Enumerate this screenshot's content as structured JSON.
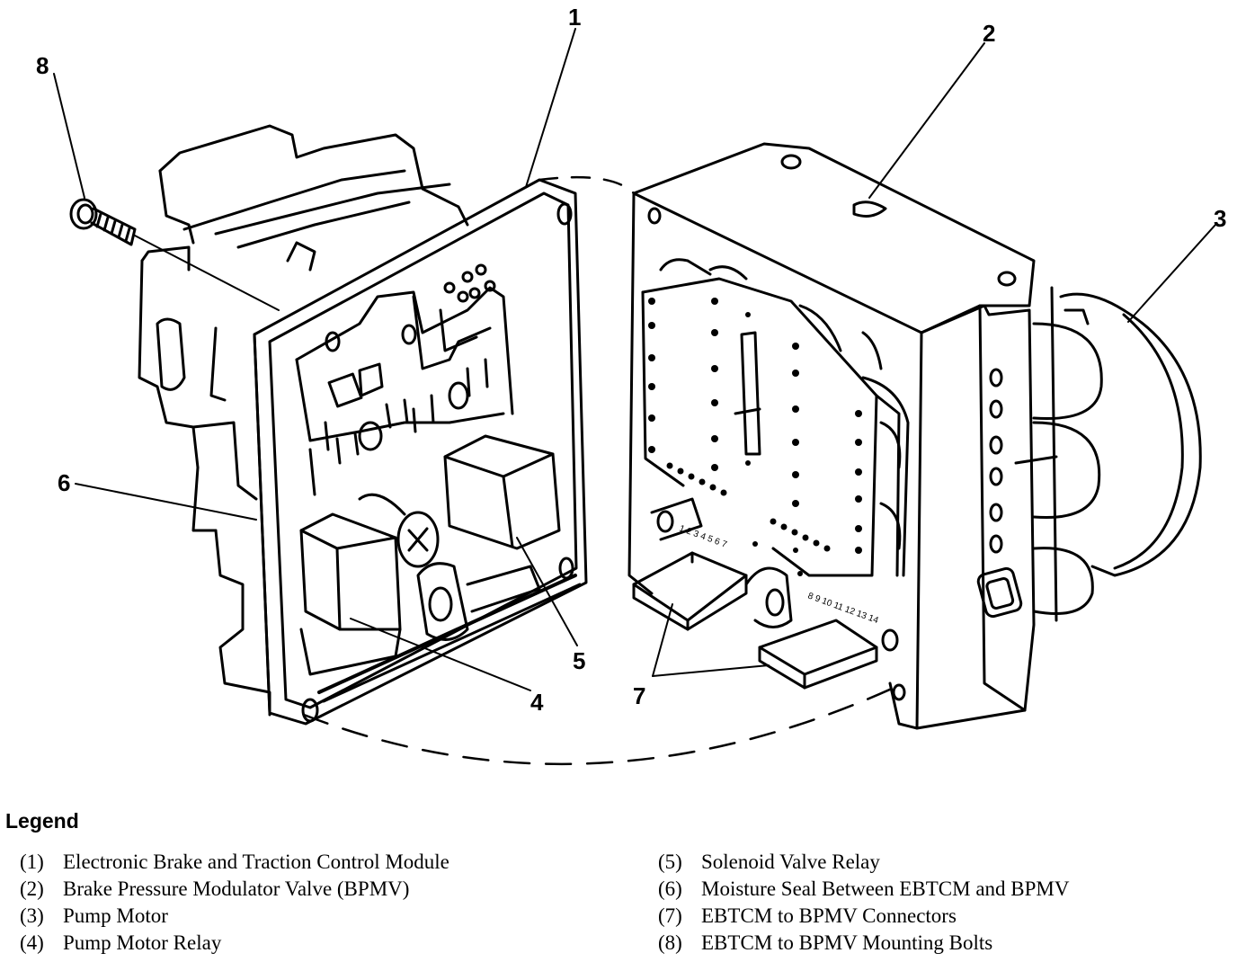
{
  "callouts": {
    "c1": "1",
    "c2": "2",
    "c3": "3",
    "c4": "4",
    "c5": "5",
    "c6": "6",
    "c7": "7",
    "c8": "8"
  },
  "connector_pins": {
    "left": "1 2 3 4 5 6 7",
    "right": "8 9 10 11 12 13 14"
  },
  "legend": {
    "title": "Legend",
    "items": [
      {
        "num": "(1)",
        "text": "Electronic Brake and Traction Control Module"
      },
      {
        "num": "(2)",
        "text": "Brake Pressure Modulator Valve (BPMV)"
      },
      {
        "num": "(3)",
        "text": "Pump Motor"
      },
      {
        "num": "(4)",
        "text": "Pump Motor Relay"
      },
      {
        "num": "(5)",
        "text": "Solenoid Valve Relay"
      },
      {
        "num": "(6)",
        "text": "Moisture Seal Between EBTCM and BPMV"
      },
      {
        "num": "(7)",
        "text": "EBTCM to BPMV Connectors"
      },
      {
        "num": "(8)",
        "text": "EBTCM to BPMV Mounting Bolts"
      }
    ]
  }
}
